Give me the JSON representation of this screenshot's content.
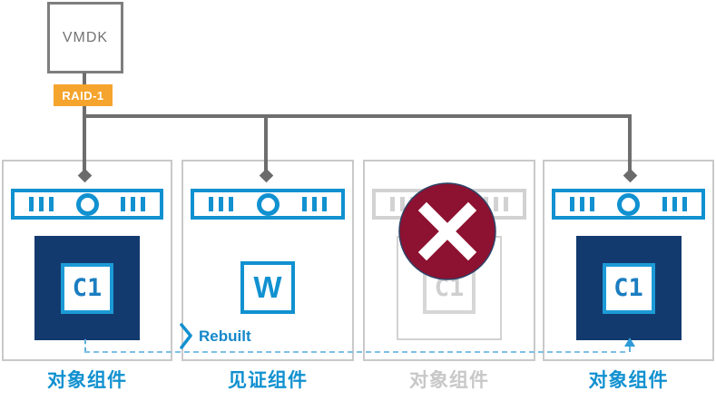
{
  "vmdk": {
    "label": "VMDK"
  },
  "raid": {
    "label": "RAID-1"
  },
  "rebuilt": {
    "label": "Rebuilt"
  },
  "components": [
    {
      "label": "对象组件",
      "chip": "C1",
      "state": "active"
    },
    {
      "label": "见证组件",
      "chip": "W",
      "state": "witness"
    },
    {
      "label": "对象组件",
      "chip": "C1",
      "state": "failed"
    },
    {
      "label": "对象组件",
      "chip": "C1",
      "state": "active"
    }
  ],
  "icons": {
    "host": "host-appliance-icon",
    "failed": "failed-x-badge",
    "arrow": "diamond-arrowhead"
  },
  "colors": {
    "accent_blue": "#1191d0",
    "navy": "#123a6e",
    "maroon": "#8d1130",
    "orange": "#f5a42d",
    "connector_gray": "#6e6e6e",
    "disabled_gray": "#d2d2d2",
    "dashed_blue": "#5fb0de"
  }
}
